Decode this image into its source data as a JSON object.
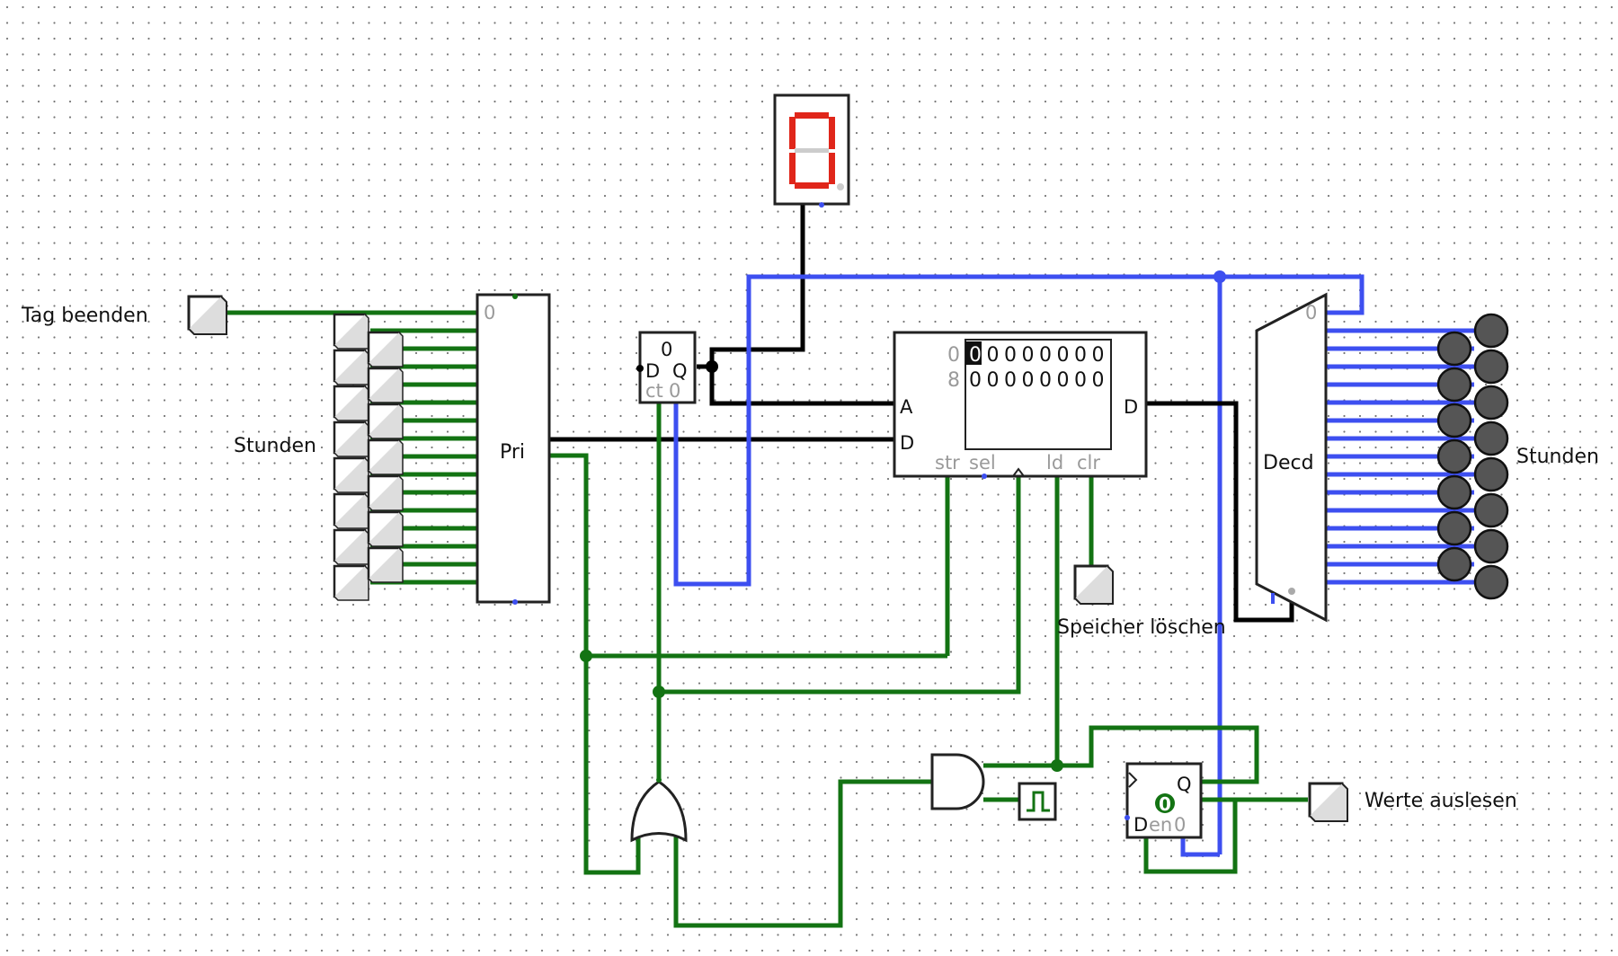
{
  "labels": {
    "tag_beenden": "Tag beenden",
    "stunden_left": "Stunden",
    "stunden_right": "Stunden",
    "speicher_loeschen": "Speicher löschen",
    "werte_auslesen": "Werte auslesen"
  },
  "priority_encoder": {
    "label": "Pri",
    "input0": "0"
  },
  "register": {
    "init": "0",
    "d": "D",
    "q": "Q",
    "ct": "ct",
    "zero": "0"
  },
  "ram": {
    "a": "A",
    "d_in": "D",
    "d_out": "D",
    "str": "str",
    "sel": "sel",
    "ld": "ld",
    "clr": "clr",
    "rows": [
      {
        "addr": "0",
        "cells": [
          "0",
          "0",
          "0",
          "0",
          "0",
          "0",
          "0",
          "0"
        ]
      },
      {
        "addr": "8",
        "cells": [
          "0",
          "0",
          "0",
          "0",
          "0",
          "0",
          "0",
          "0"
        ]
      }
    ]
  },
  "decoder": {
    "label": "Decd",
    "out0": "0"
  },
  "counter": {
    "q": "Q",
    "d": "D",
    "en": "en",
    "zero": "0",
    "value": "0"
  },
  "colors": {
    "wire_green": "#137313",
    "wire_blue": "#3d4ff0",
    "led": "#555555",
    "segment": "#e0261a"
  }
}
